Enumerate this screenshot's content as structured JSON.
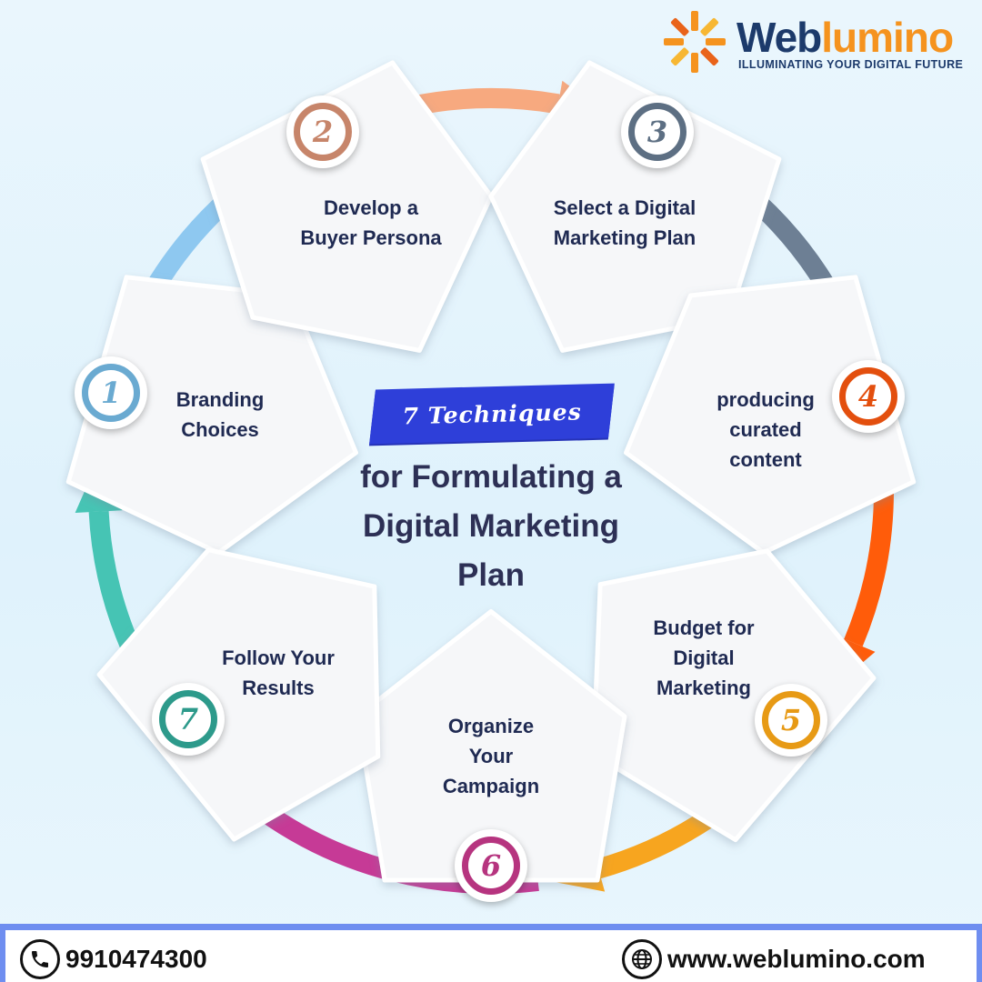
{
  "brand": {
    "name_part1": "Web",
    "name_part2": "lumino",
    "tagline": "ILLUMINATING YOUR DIGITAL FUTURE"
  },
  "title": {
    "badge": "7 Techniques",
    "main": "for Formulating a\nDigital Marketing\nPlan"
  },
  "steps": [
    {
      "number": "1",
      "label": "Branding\nChoices",
      "color": "#6aaad1"
    },
    {
      "number": "2",
      "label": "Develop a\nBuyer Persona",
      "color": "#c7856a"
    },
    {
      "number": "3",
      "label": "Select a Digital\nMarketing Plan",
      "color": "#5d6f83"
    },
    {
      "number": "4",
      "label": "producing\ncurated\ncontent",
      "color": "#e34f0e"
    },
    {
      "number": "5",
      "label": "Budget for\nDigital\nMarketing",
      "color": "#e79a15"
    },
    {
      "number": "6",
      "label": "Organize\nYour\nCampaign",
      "color": "#b6347f"
    },
    {
      "number": "7",
      "label": "Follow Your\nResults",
      "color": "#2d9a8b"
    }
  ],
  "arc_colors": [
    "#8ec8f0",
    "#f7a97f",
    "#6d7f94",
    "#ff5c0a",
    "#f7a51f",
    "#c63a96",
    "#46c4b4"
  ],
  "contact": {
    "phone": "9910474300",
    "website": "www.weblumino.com"
  }
}
